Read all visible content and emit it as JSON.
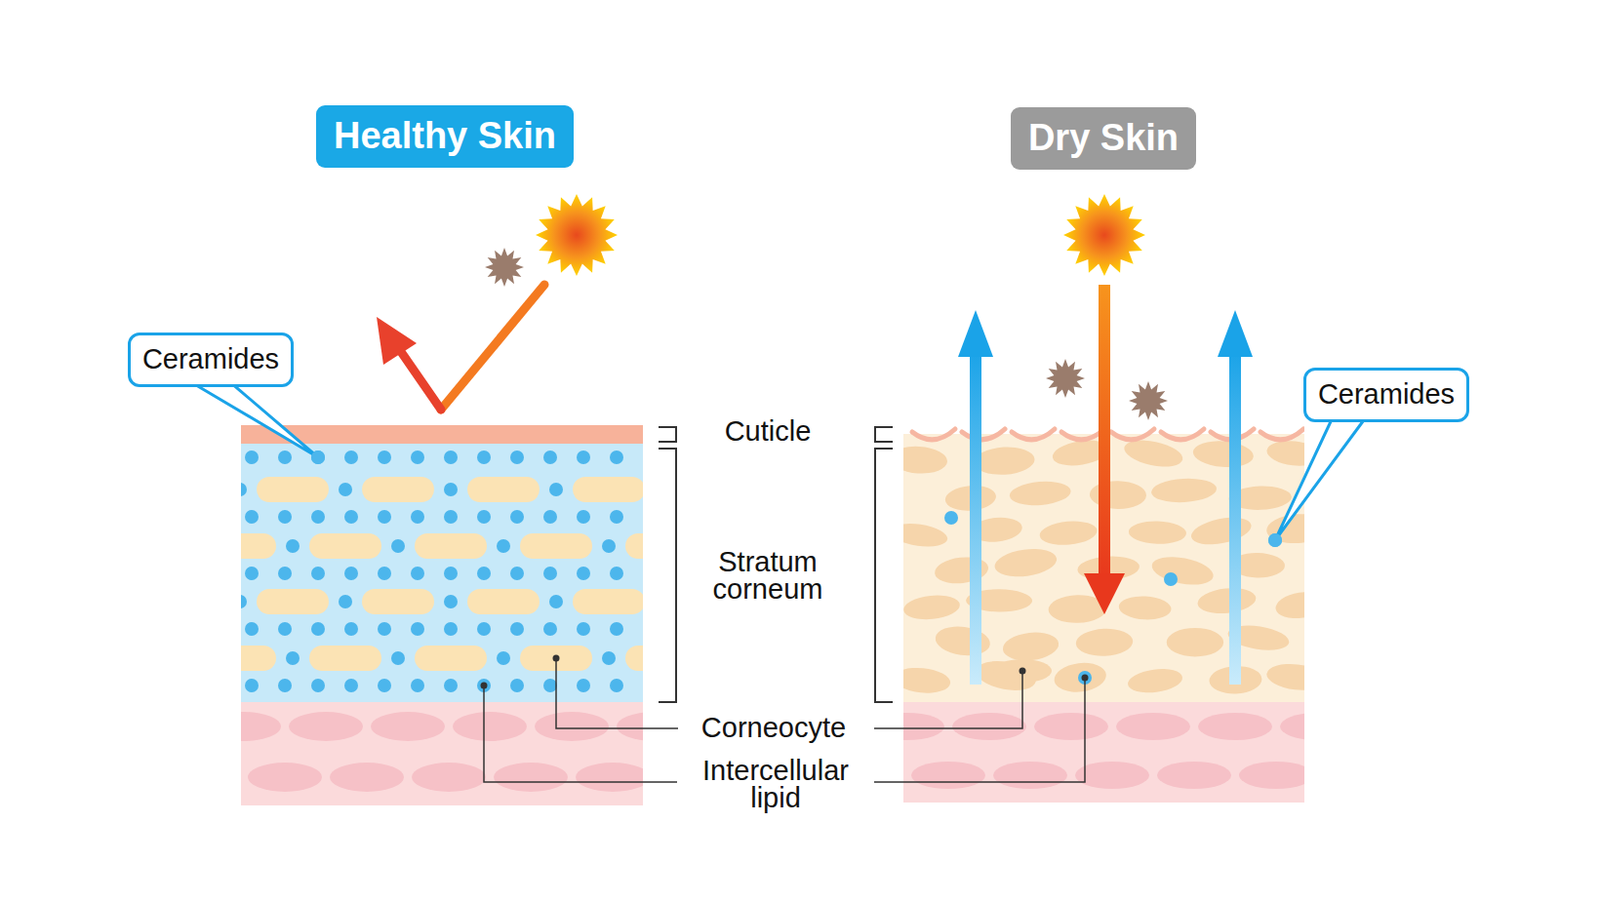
{
  "diagram": {
    "nodes": [
      {
        "text": [
          "Healthy Skin"
        ]
      },
      {
        "text": [
          "Dry Skin"
        ]
      },
      {
        "text": [
          "Ceramides"
        ]
      },
      {
        "text": [
          "Ceramides"
        ]
      }
    ],
    "labels": [
      "Cuticle",
      "Stratum corneum",
      "Corneocyte",
      "Intercellular lipid"
    ]
  }
}
